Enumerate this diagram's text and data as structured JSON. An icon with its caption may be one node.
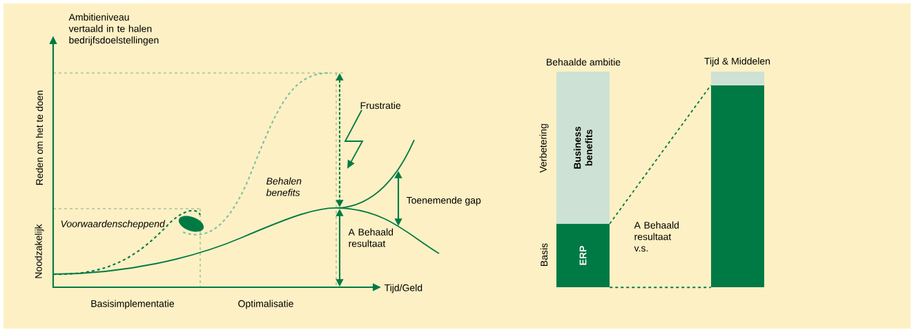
{
  "diagram": {
    "nodes": [
      {
        "text": [
          "Frustratie"
        ]
      },
      {
        "text": [
          "Business benefits"
        ]
      },
      {
        "text": [
          "ERP"
        ]
      },
      {
        "text": [],
        "shape": "box"
      },
      {
        "text": [],
        "shape": "box"
      }
    ],
    "edges": [
      {
        "from": 0,
        "to": null,
        "arrow": "to"
      },
      {
        "from": 2,
        "to": 4,
        "arrow": "none",
        "style": "dashed"
      },
      {
        "from": 2,
        "to": 4,
        "arrow": "none",
        "style": "dashed"
      }
    ],
    "labels": [
      "Ambitieniveau vertaald in te halen bedrijfsdoelstellingen",
      "Reden om het te doen",
      "Noodzakelijk",
      "Behalen benefits",
      "Toenemende gap",
      "Voorwaardenscheppend",
      "A Behaald resultaat",
      "Tijd/Geld",
      "Basisimplementatie",
      "Optimalisatie",
      "Behaalde ambitie",
      "Tijd & Middelen",
      "Verbetering",
      "Basis",
      "A Behaald resultaat v.s."
    ]
  }
}
